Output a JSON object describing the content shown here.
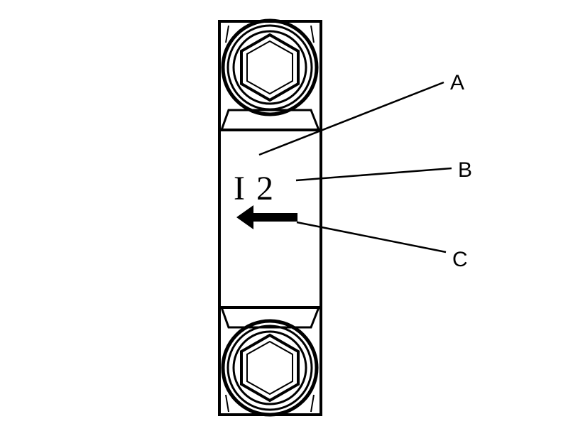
{
  "diagram": {
    "marking": {
      "letter": "I",
      "number": "2"
    },
    "callouts": [
      {
        "id": "A",
        "label": "A"
      },
      {
        "id": "B",
        "label": "B"
      },
      {
        "id": "C",
        "label": "C"
      }
    ],
    "colors": {
      "ink": "#000000",
      "background": "#ffffff"
    }
  }
}
